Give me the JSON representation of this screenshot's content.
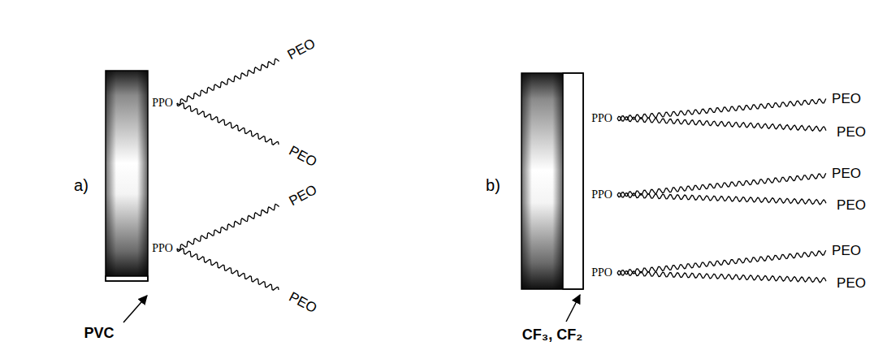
{
  "diagram": {
    "labels": [
      "a)",
      "PPO",
      "PEO",
      "PEO",
      "PPO",
      "PEO",
      "PEO",
      "PVC",
      "b)",
      "PPO",
      "PEO",
      "PEO",
      "PPO",
      "PEO",
      "PEO",
      "PPO",
      "PEO",
      "PEO",
      "CF₃, CF₂"
    ]
  }
}
